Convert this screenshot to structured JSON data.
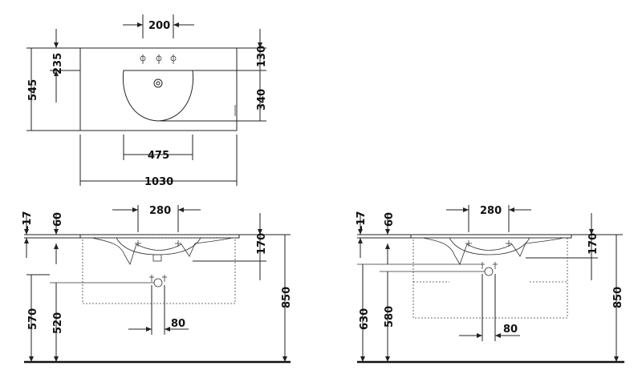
{
  "top_view": {
    "width_top": "200",
    "depth_front": "235",
    "depth_total": "545",
    "depth_back": "130",
    "bowl_depth": "340",
    "bowl_width": "475",
    "width_total": "1030"
  },
  "side_left": {
    "offset_top": "-17",
    "rim_drop": "60",
    "width_280": "280",
    "basin_depth": "170",
    "height_total": "850",
    "pipe_height": "570",
    "trap_height": "520",
    "trap_offset": "80"
  },
  "side_right": {
    "offset_top": "-17",
    "rim_drop": "60",
    "width_280": "280",
    "basin_depth": "170",
    "height_total": "850",
    "pipe_height": "630",
    "trap_height": "580",
    "trap_offset": "80"
  }
}
